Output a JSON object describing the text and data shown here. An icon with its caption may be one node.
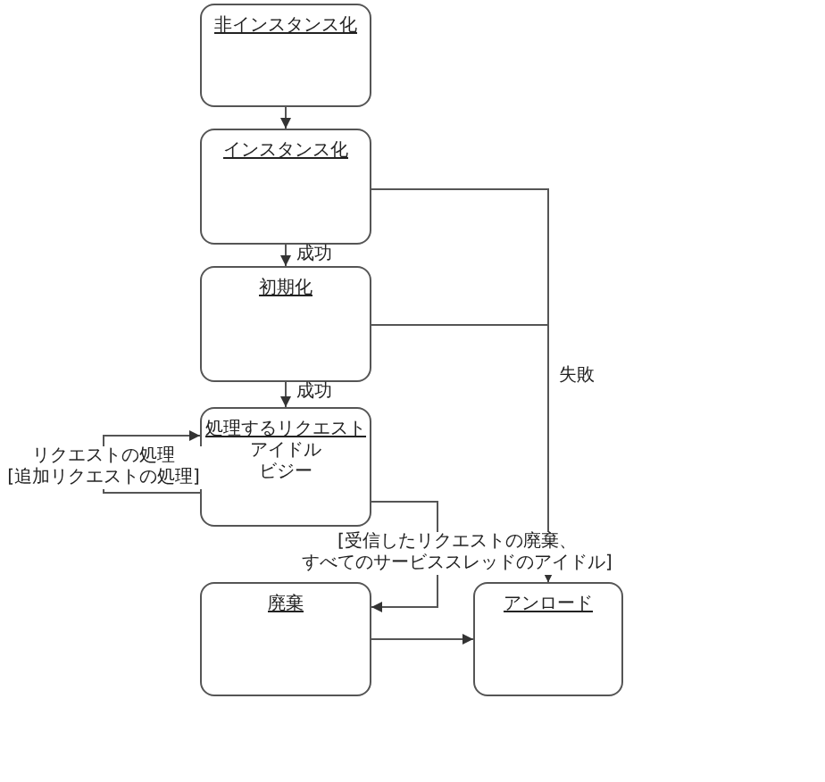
{
  "diagram": {
    "nodes": [
      {
        "text": [
          "非インスタンス化"
        ]
      },
      {
        "text": [
          "インスタンス化"
        ]
      },
      {
        "text": [
          "初期化"
        ]
      },
      {
        "text": [
          "処理するリクエスト",
          "アイドル",
          "ビジー"
        ]
      },
      {
        "text": [
          "廃棄"
        ]
      },
      {
        "text": [
          "アンロード"
        ]
      }
    ],
    "edges": [
      {
        "from": 0,
        "to": 1,
        "arrow": "to"
      },
      {
        "from": 1,
        "to": 2,
        "arrow": "to",
        "label": "成功"
      },
      {
        "from": 2,
        "to": 3,
        "arrow": "to",
        "label": "成功"
      },
      {
        "from": 1,
        "to": 5,
        "arrow": "to",
        "label": "失敗"
      },
      {
        "from": 2,
        "to": 5,
        "arrow": "to"
      },
      {
        "from": 3,
        "to": 3,
        "arrow": "to",
        "label": "リクエストの処理 [追加リクエストの処理]"
      },
      {
        "from": 3,
        "to": 4,
        "arrow": "to",
        "label": "[受信したリクエストの廃棄、すべてのサービススレッドのアイドル]"
      },
      {
        "from": 4,
        "to": 5,
        "arrow": "to"
      }
    ]
  }
}
